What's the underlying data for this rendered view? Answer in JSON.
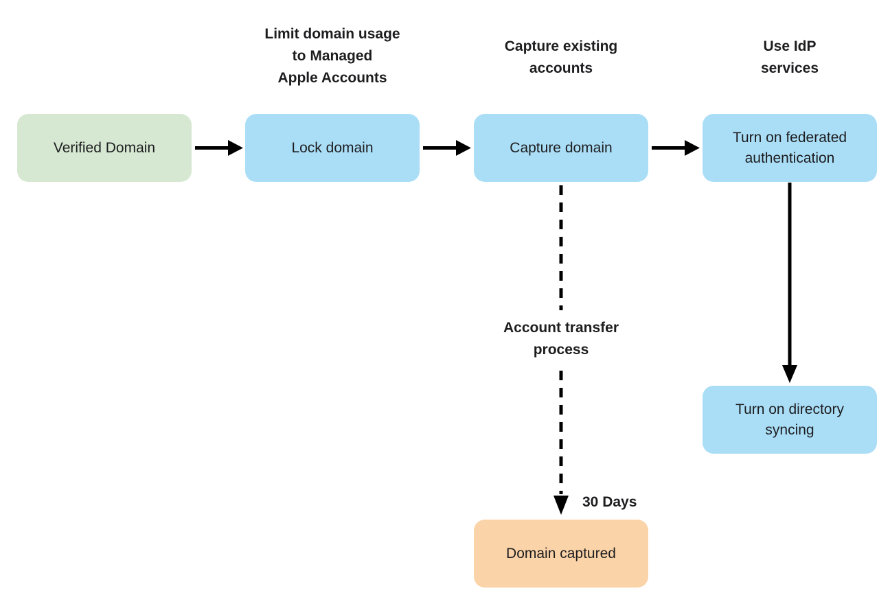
{
  "diagram": {
    "title": "Federated authentication domain capture flow",
    "background_color": "#ffffff",
    "text_color": "#1d1d1f",
    "arrow_color": "#000000",
    "node_colors": {
      "verified_fill": "#d6e8d2",
      "process_fill": "#aadef7",
      "result_fill": "#fbd3a8"
    },
    "nodes": {
      "verified": {
        "label": "Verified Domain",
        "color": "green"
      },
      "lock": {
        "label": "Lock domain",
        "color": "blue"
      },
      "capture": {
        "label": "Capture domain",
        "color": "blue"
      },
      "federated": {
        "label": "Turn on federated\nauthentication",
        "color": "blue"
      },
      "directory": {
        "label": "Turn on directory\nsyncing",
        "color": "blue"
      },
      "captured": {
        "label": "Domain captured",
        "color": "orange"
      }
    },
    "annotations": {
      "lock_note": "Limit domain usage\nto Managed\nApple Accounts",
      "capture_note": "Capture existing\naccounts",
      "idp_note": "Use IdP\nservices",
      "transfer_note": "Account transfer\nprocess",
      "duration_note": "30 Days"
    },
    "edges": [
      {
        "from": "verified",
        "to": "lock",
        "style": "solid"
      },
      {
        "from": "lock",
        "to": "capture",
        "style": "solid"
      },
      {
        "from": "capture",
        "to": "federated",
        "style": "solid"
      },
      {
        "from": "federated",
        "to": "directory",
        "style": "solid"
      },
      {
        "from": "capture",
        "to": "captured",
        "style": "dashed",
        "label": "Account transfer process",
        "duration": "30 Days"
      }
    ]
  }
}
